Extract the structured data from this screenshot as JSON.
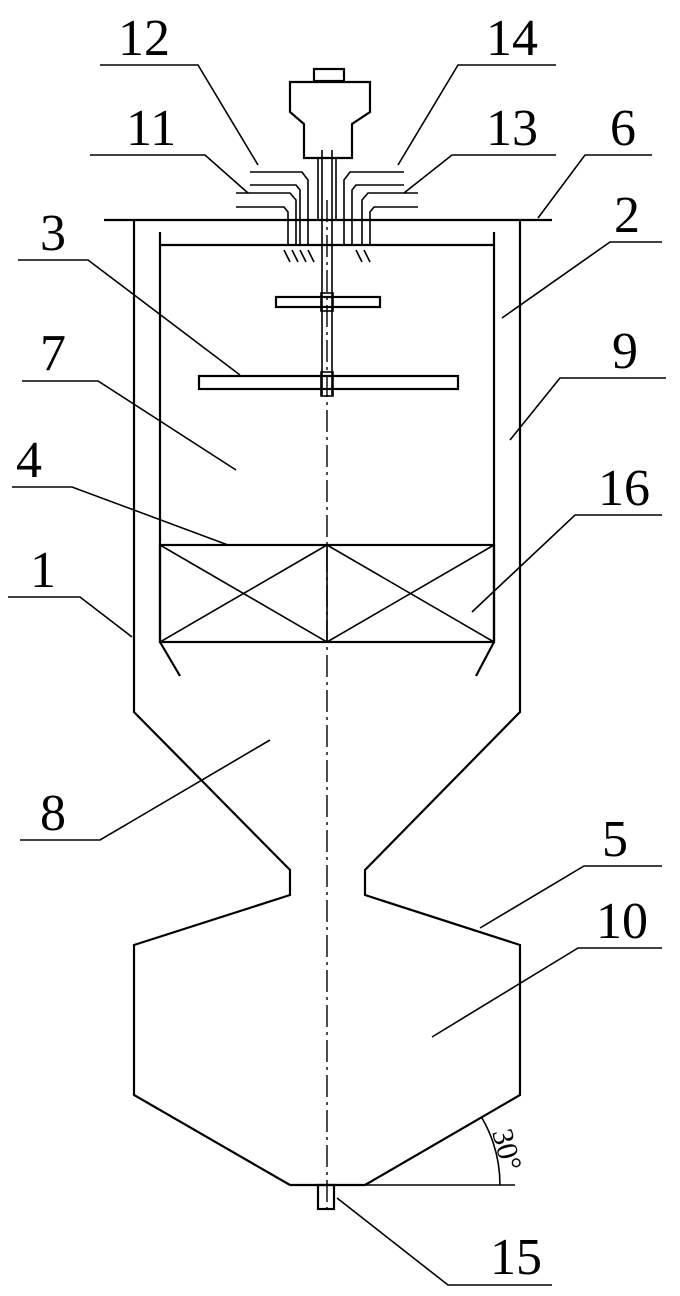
{
  "labels": {
    "l1": "1",
    "l2": "2",
    "l3": "3",
    "l4": "4",
    "l5": "5",
    "l6": "6",
    "l7": "7",
    "l8": "8",
    "l9": "9",
    "l10": "10",
    "l11": "11",
    "l12": "12",
    "l13": "13",
    "l14": "14",
    "l15": "15",
    "l16": "16"
  },
  "angle_label": "30°"
}
